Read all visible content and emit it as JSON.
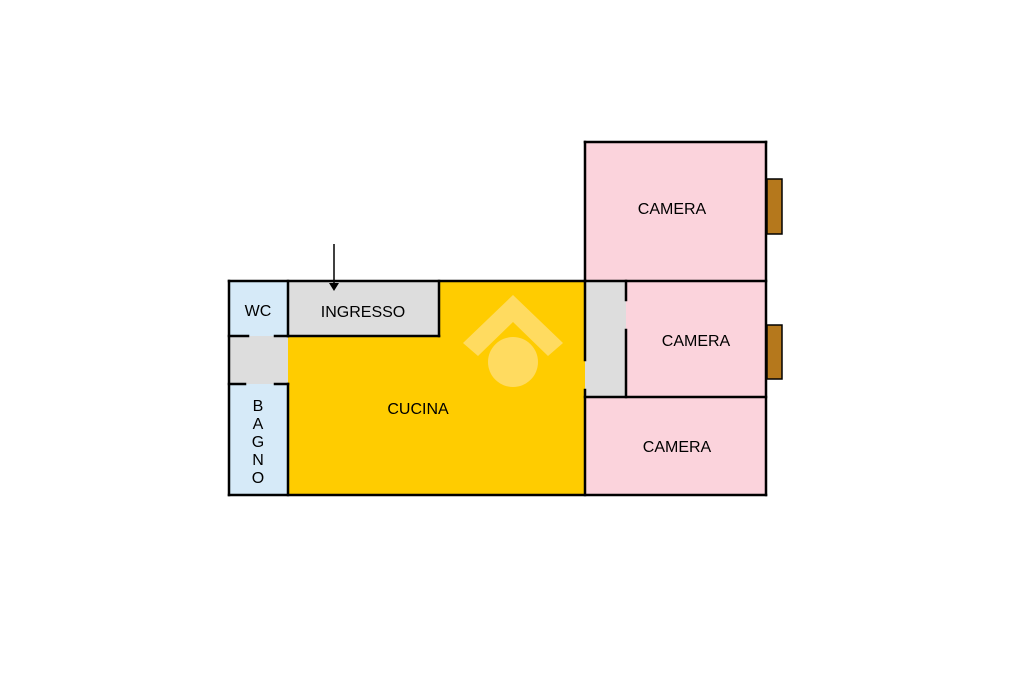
{
  "rooms": {
    "wc": "WC",
    "ingresso": "INGRESSO",
    "cucina": "CUCINA",
    "bagno": [
      "B",
      "A",
      "G",
      "N",
      "O"
    ],
    "camera_top": "CAMERA",
    "camera_middle": "CAMERA",
    "camera_bottom": "CAMERA"
  },
  "colors": {
    "wc_bagno": "#d6eaf8",
    "corridor": "#dddddd",
    "cucina": "#ffcc00",
    "camera": "#fbd3dc",
    "balcony": "#b5781c",
    "wall": "#000000",
    "watermark": "#ffe080"
  },
  "icons": {
    "entrance": "arrow-down-icon",
    "watermark": "house-logo-icon"
  }
}
